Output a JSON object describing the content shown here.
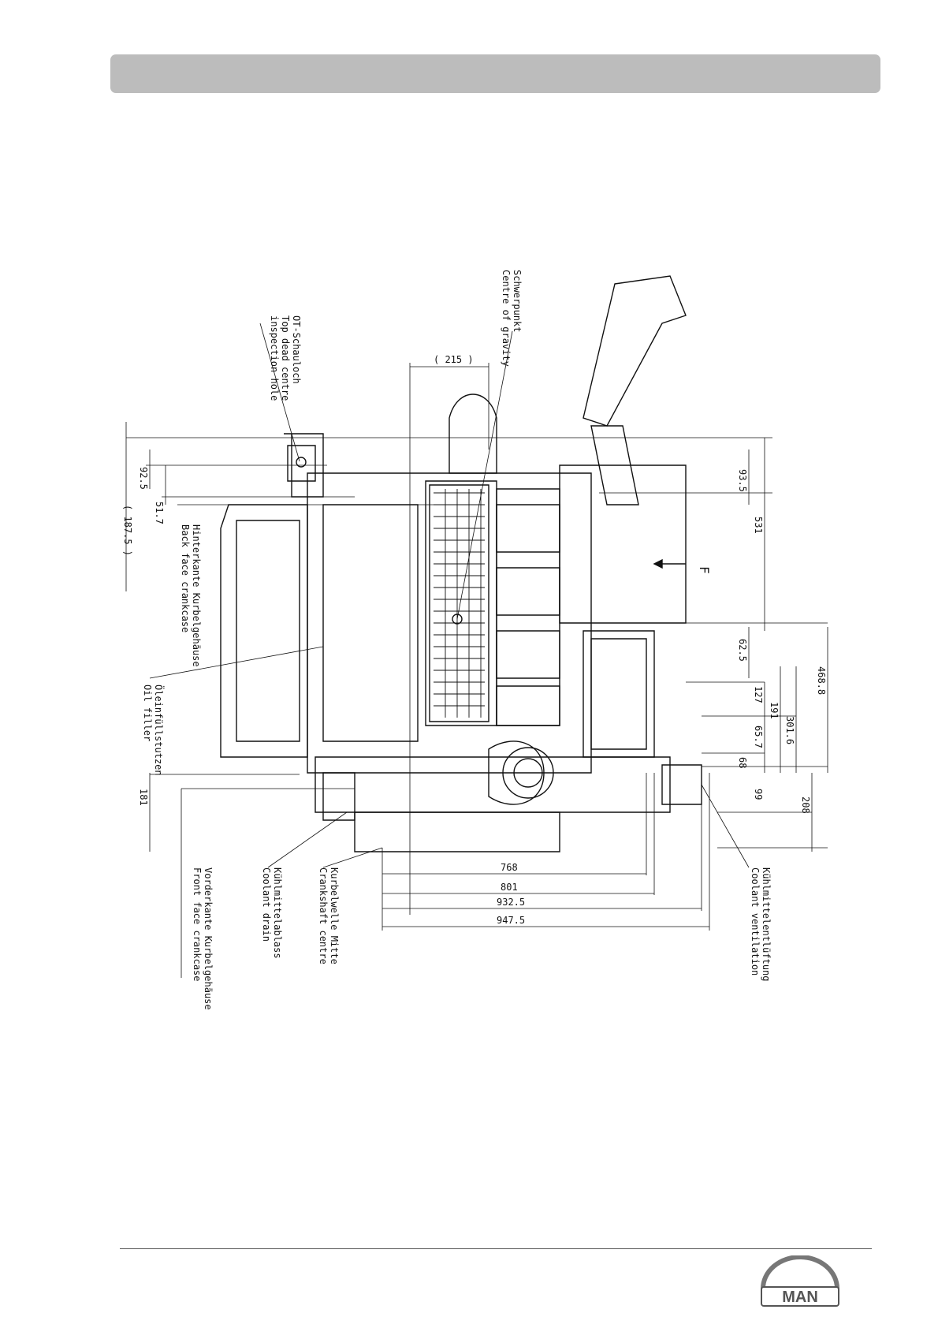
{
  "header": {
    "title": ""
  },
  "labels": {
    "ot_de": "OT-Schauloch",
    "ot_en1": "Top dead centre",
    "ot_en2": "inspection hole",
    "cog_de": "Schwerpunkt",
    "cog_en": "Centre of gravity",
    "back_de": "Hinterkante Kurbelgehäuse",
    "back_en": "Back face crankcase",
    "oil_de": "Öleinfüllstutzen",
    "oil_en": "Oil filler",
    "front_de": "Vorderkante Kurbelgehäuse",
    "front_en": "Front face crankcase",
    "drain_de": "Kühlmittelablass",
    "drain_en": "Coolant drain",
    "crank_de": "Kurbelwelle Mitte",
    "crank_en": "Crankshaft centre",
    "vent_de": "Kühlmittelentlüftung",
    "vent_en": "Coolant ventilation",
    "view": "F"
  },
  "dimensions": {
    "d215": "( 215 )",
    "d92_5": "92.5",
    "d51_7": "51.7",
    "d187_5": "( 187.5 )",
    "d181": "181",
    "d93_5": "93.5",
    "d531": "531",
    "d62_5": "62.5",
    "d127": "127",
    "d191": "191",
    "d65_7": "65.7",
    "d68": "68",
    "d99": "99",
    "d208": "208",
    "d301_6": "301.6",
    "d468_8": "468.8",
    "d768": "768",
    "d801": "801",
    "d932_5": "932.5",
    "d947_5": "947.5"
  },
  "logo": {
    "text": "MAN"
  },
  "colors": {
    "header_bar": "#bcbcbc",
    "line": "#111111"
  }
}
